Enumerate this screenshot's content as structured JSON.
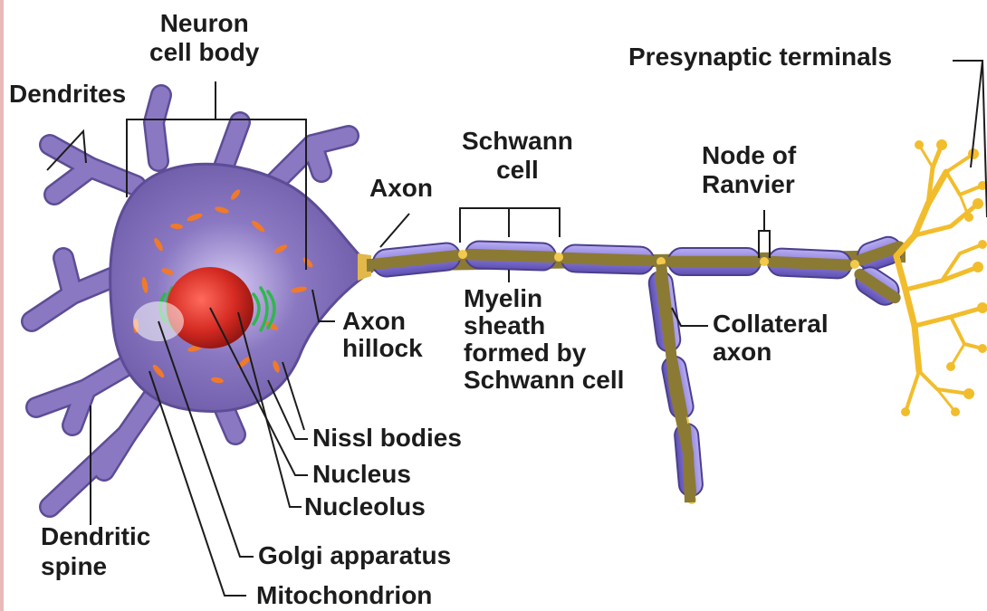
{
  "colors": {
    "cell_body": "#8a78c2",
    "cell_body_edge": "#5d4c96",
    "nucleus": "#d42a22",
    "golgi": "#2fb84a",
    "mitochondrion": "#f07a2a",
    "myelin": "#8a7be0",
    "axon_core": "#8b7a34",
    "node": "#f2c94c",
    "terminals": "#f2bd2c",
    "label": "#1c1c1c"
  },
  "labels": {
    "neuron_cell_body": "Neuron\ncell body",
    "dendrites": "Dendrites",
    "presynaptic_terminals": "Presynaptic terminals",
    "schwann_cell": "Schwann\ncell",
    "axon": "Axon",
    "node_of_ranvier": "Node of\nRanvier",
    "myelin_sheath": "Myelin\nsheath\nformed by\nSchwann cell",
    "axon_hillock": "Axon\nhillock",
    "collateral_axon": "Collateral\naxon",
    "nissl_bodies": "Nissl bodies",
    "nucleus": "Nucleus",
    "nucleolus": "Nucleolus",
    "dendritic_spine": "Dendritic\nspine",
    "golgi_apparatus": "Golgi apparatus",
    "mitochondrion": "Mitochondrion"
  }
}
